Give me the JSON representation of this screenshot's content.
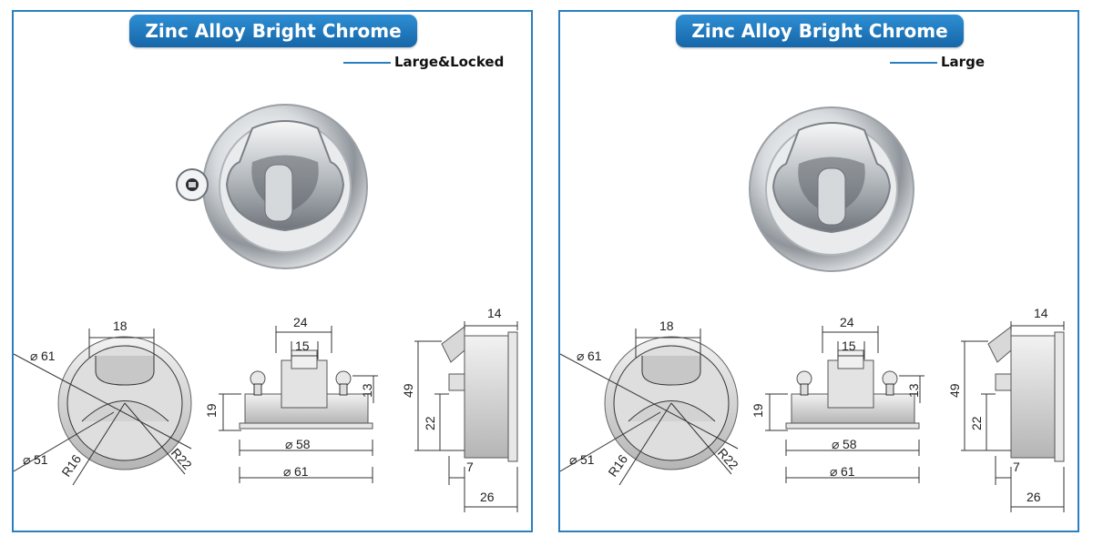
{
  "colors": {
    "accent": "#2a7fc0",
    "title_bg": "#1f78bd",
    "drawing": "#333333"
  },
  "panels": [
    {
      "title": "Zinc Alloy Bright Chrome Plating",
      "variant": "Large&Locked",
      "has_lock": true,
      "front_view": {
        "dim_top": "18",
        "dim_outer": "61",
        "dim_inner": "51",
        "radius_small": "R16",
        "radius_large": "R22"
      },
      "side_view": {
        "dim_top_outer": "24",
        "dim_top_inner": "15",
        "dim_height": "19",
        "dim_right": "13",
        "dim_mid": "58",
        "dim_bottom": "61"
      },
      "profile_view": {
        "dim_top": "14",
        "dim_height": "49",
        "dim_mid": "22",
        "dim_small": "7",
        "dim_bottom": "26"
      }
    },
    {
      "title": "Zinc Alloy Bright Chrome Plating",
      "variant": "Large",
      "has_lock": false,
      "front_view": {
        "dim_top": "18",
        "dim_outer": "61",
        "dim_inner": "51",
        "radius_small": "R16",
        "radius_large": "R22"
      },
      "side_view": {
        "dim_top_outer": "24",
        "dim_top_inner": "15",
        "dim_height": "19",
        "dim_right": "13",
        "dim_mid": "58",
        "dim_bottom": "61"
      },
      "profile_view": {
        "dim_top": "14",
        "dim_height": "49",
        "dim_mid": "22",
        "dim_small": "7",
        "dim_bottom": "26"
      }
    }
  ]
}
